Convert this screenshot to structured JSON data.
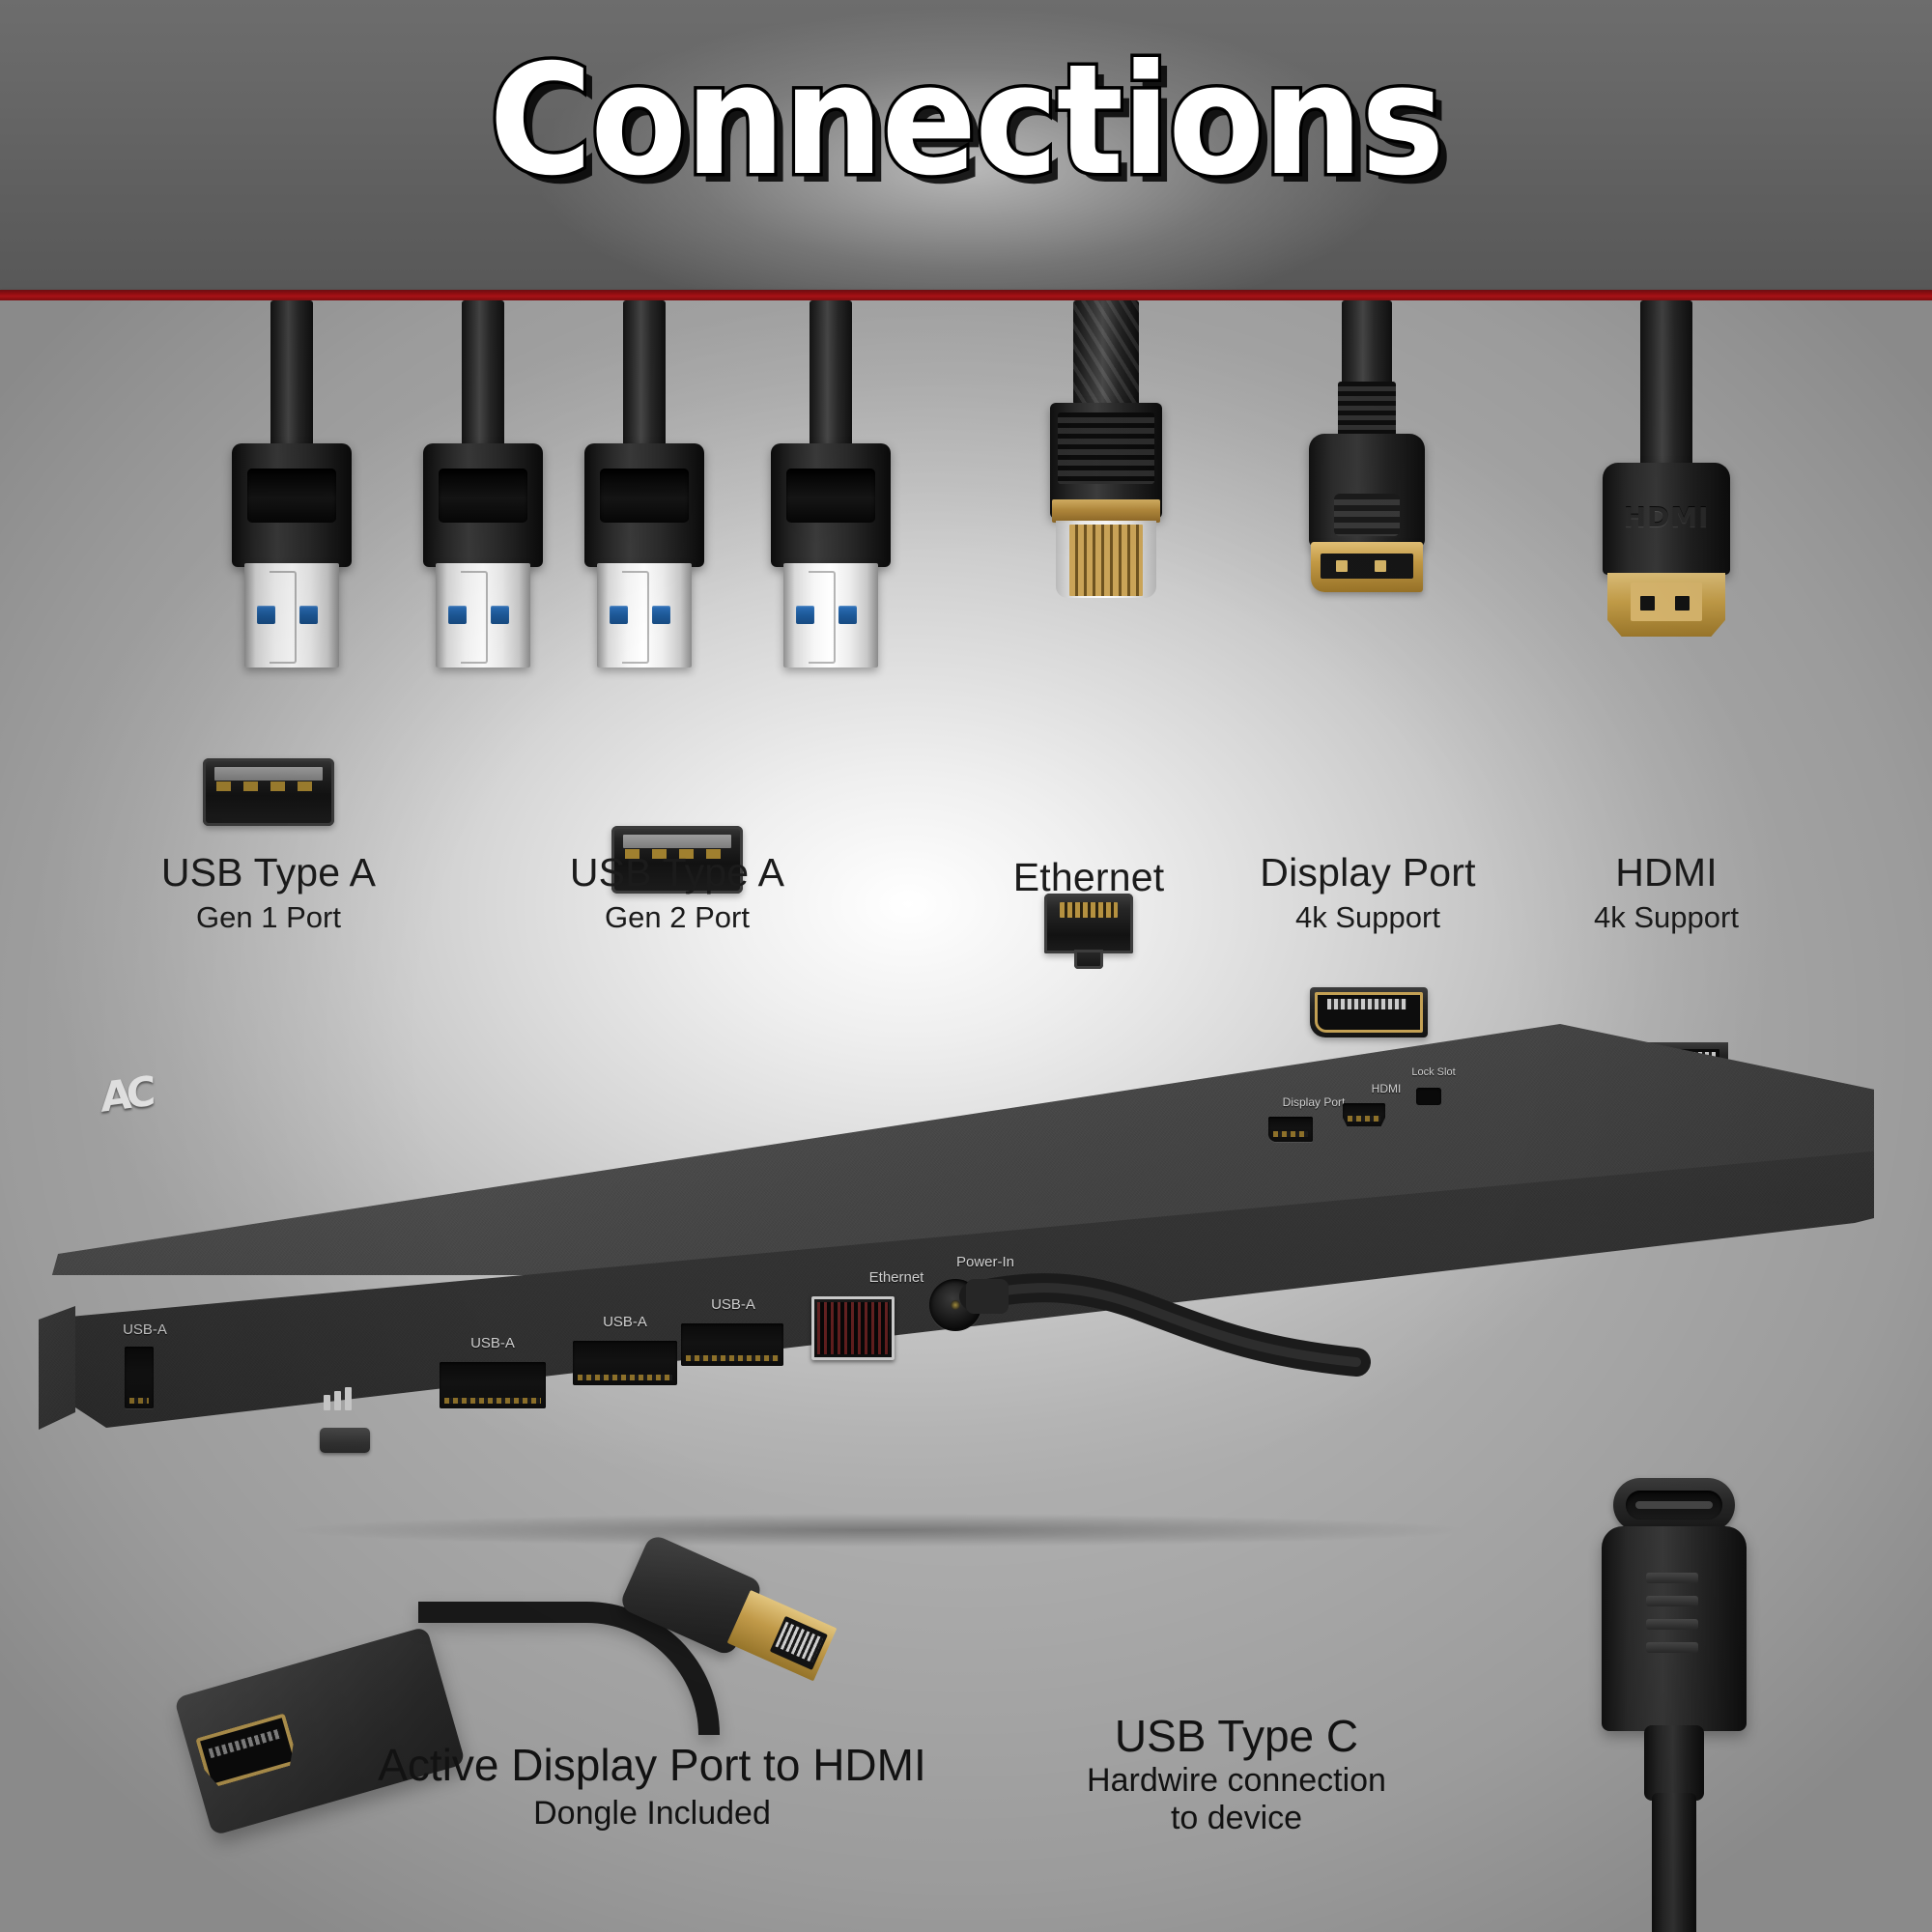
{
  "header": {
    "title": "Connections",
    "accent_color": "#8f0e11",
    "background_color": "#636363"
  },
  "connectors": [
    {
      "id": "usb-a-gen1",
      "icon": "usb-type-a-port-icon",
      "title": "USB Type A",
      "subtitle": "Gen 1 Port",
      "cable_type": "usb-a-plug"
    },
    {
      "id": "usb-a-gen2",
      "icon": "usb-type-a-port-icon",
      "title": "USB Type A",
      "subtitle": "Gen 2 Port",
      "cable_type": "usb-a-plug"
    },
    {
      "id": "ethernet",
      "icon": "ethernet-rj45-port-icon",
      "title": "Ethernet",
      "subtitle": "",
      "cable_type": "rj45-plug"
    },
    {
      "id": "display-port",
      "icon": "display-port-icon",
      "title": "Display Port",
      "subtitle": "4k Support",
      "cable_type": "displayport-plug"
    },
    {
      "id": "hdmi",
      "icon": "hdmi-port-icon",
      "title": "HDMI",
      "subtitle": "4k Support",
      "cable_type": "hdmi-plug"
    }
  ],
  "hdmi_plug_emboss": "HDMI",
  "dock": {
    "logo": "AC",
    "port_labels": [
      "USB-A",
      "USB-A",
      "USB-A",
      "USB-A",
      "Ethernet",
      "Power-In",
      "Display Port",
      "HDMI",
      "Lock Slot"
    ],
    "left_port_label": "USB-A",
    "face_port_labels": [
      "USB-A",
      "USB-A",
      "USB-A"
    ],
    "ethernet_label": "Ethernet",
    "power_label": "Power-In",
    "rear_labels": {
      "display_port": "Display Port",
      "hdmi": "HDMI",
      "lock_slot": "Lock Slot"
    }
  },
  "dongle": {
    "title": "Active Display Port to HDMI",
    "subtitle": "Dongle Included"
  },
  "usb_c": {
    "title": "USB Type C",
    "subtitle_line1": "Hardwire connection",
    "subtitle_line2": "to device"
  }
}
